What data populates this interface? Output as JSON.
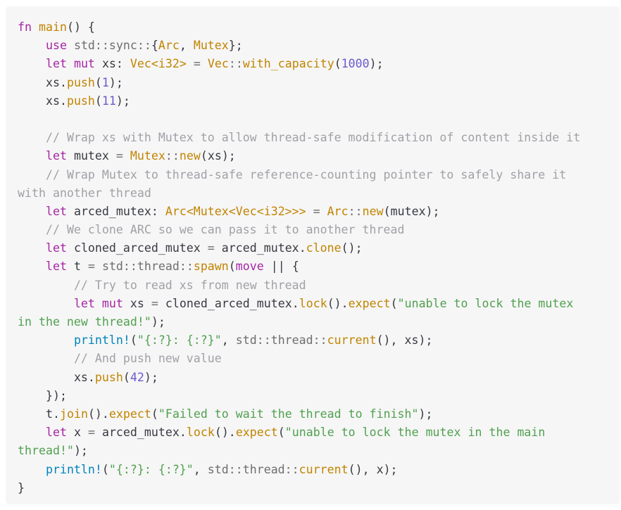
{
  "code": {
    "language": "rust",
    "lines": [
      [
        [
          "kw",
          "fn"
        ],
        [
          "pun",
          " "
        ],
        [
          "fn",
          "main"
        ],
        [
          "pun",
          "() {"
        ]
      ],
      [
        [
          "pun",
          "    "
        ],
        [
          "kw",
          "use"
        ],
        [
          "pun",
          " "
        ],
        [
          "path",
          "std::sync::"
        ],
        [
          "pun",
          "{"
        ],
        [
          "type",
          "Arc"
        ],
        [
          "pun",
          ", "
        ],
        [
          "type",
          "Mutex"
        ],
        [
          "pun",
          "};"
        ]
      ],
      [
        [
          "pun",
          "    "
        ],
        [
          "kw",
          "let"
        ],
        [
          "pun",
          " "
        ],
        [
          "kw",
          "mut"
        ],
        [
          "pun",
          " "
        ],
        [
          "id",
          "xs"
        ],
        [
          "pun",
          ": "
        ],
        [
          "type",
          "Vec<i32>"
        ],
        [
          "pun",
          " "
        ],
        [
          "op",
          "="
        ],
        [
          "pun",
          " "
        ],
        [
          "type",
          "Vec"
        ],
        [
          "path",
          "::"
        ],
        [
          "fn",
          "with_capacity"
        ],
        [
          "pun",
          "("
        ],
        [
          "num",
          "1000"
        ],
        [
          "pun",
          ");"
        ]
      ],
      [
        [
          "pun",
          "    "
        ],
        [
          "id",
          "xs"
        ],
        [
          "pun",
          "."
        ],
        [
          "fn",
          "push"
        ],
        [
          "pun",
          "("
        ],
        [
          "num",
          "1"
        ],
        [
          "pun",
          ");"
        ]
      ],
      [
        [
          "pun",
          "    "
        ],
        [
          "id",
          "xs"
        ],
        [
          "pun",
          "."
        ],
        [
          "fn",
          "push"
        ],
        [
          "pun",
          "("
        ],
        [
          "num",
          "11"
        ],
        [
          "pun",
          ");"
        ]
      ],
      [],
      [
        [
          "pun",
          "    "
        ],
        [
          "cmt",
          "// Wrap xs with Mutex to allow thread-safe modification of content inside it"
        ]
      ],
      [
        [
          "pun",
          "    "
        ],
        [
          "kw",
          "let"
        ],
        [
          "pun",
          " "
        ],
        [
          "id",
          "mutex"
        ],
        [
          "pun",
          " "
        ],
        [
          "op",
          "="
        ],
        [
          "pun",
          " "
        ],
        [
          "type",
          "Mutex"
        ],
        [
          "path",
          "::"
        ],
        [
          "fn",
          "new"
        ],
        [
          "pun",
          "("
        ],
        [
          "id",
          "xs"
        ],
        [
          "pun",
          ");"
        ]
      ],
      [
        [
          "pun",
          "    "
        ],
        [
          "cmt",
          "// Wrap Mutex to thread-safe reference-counting pointer to safely share it"
        ]
      ],
      [
        [
          "cmt",
          "with another thread"
        ]
      ],
      [
        [
          "pun",
          "    "
        ],
        [
          "kw",
          "let"
        ],
        [
          "pun",
          " "
        ],
        [
          "id",
          "arced_mutex"
        ],
        [
          "pun",
          ": "
        ],
        [
          "type",
          "Arc<Mutex<Vec<i32>>>"
        ],
        [
          "pun",
          " "
        ],
        [
          "op",
          "="
        ],
        [
          "pun",
          " "
        ],
        [
          "type",
          "Arc"
        ],
        [
          "path",
          "::"
        ],
        [
          "fn",
          "new"
        ],
        [
          "pun",
          "("
        ],
        [
          "id",
          "mutex"
        ],
        [
          "pun",
          ");"
        ]
      ],
      [
        [
          "pun",
          "    "
        ],
        [
          "cmt",
          "// We clone ARC so we can pass it to another thread"
        ]
      ],
      [
        [
          "pun",
          "    "
        ],
        [
          "kw",
          "let"
        ],
        [
          "pun",
          " "
        ],
        [
          "id",
          "cloned_arced_mutex"
        ],
        [
          "pun",
          " "
        ],
        [
          "op",
          "="
        ],
        [
          "pun",
          " "
        ],
        [
          "id",
          "arced_mutex"
        ],
        [
          "pun",
          "."
        ],
        [
          "fn",
          "clone"
        ],
        [
          "pun",
          "();"
        ]
      ],
      [
        [
          "pun",
          "    "
        ],
        [
          "kw",
          "let"
        ],
        [
          "pun",
          " "
        ],
        [
          "id",
          "t"
        ],
        [
          "pun",
          " "
        ],
        [
          "op",
          "="
        ],
        [
          "pun",
          " "
        ],
        [
          "path",
          "std::thread::"
        ],
        [
          "fn",
          "spawn"
        ],
        [
          "pun",
          "("
        ],
        [
          "kw",
          "move"
        ],
        [
          "pun",
          " || {"
        ]
      ],
      [
        [
          "pun",
          "        "
        ],
        [
          "cmt",
          "// Try to read xs from new thread"
        ]
      ],
      [
        [
          "pun",
          "        "
        ],
        [
          "kw",
          "let"
        ],
        [
          "pun",
          " "
        ],
        [
          "kw",
          "mut"
        ],
        [
          "pun",
          " "
        ],
        [
          "id",
          "xs"
        ],
        [
          "pun",
          " "
        ],
        [
          "op",
          "="
        ],
        [
          "pun",
          " "
        ],
        [
          "id",
          "cloned_arced_mutex"
        ],
        [
          "pun",
          "."
        ],
        [
          "fn",
          "lock"
        ],
        [
          "pun",
          "()."
        ],
        [
          "fn",
          "expect"
        ],
        [
          "pun",
          "("
        ],
        [
          "str",
          "\"unable to lock the mutex"
        ]
      ],
      [
        [
          "str",
          "in the new thread!\""
        ],
        [
          "pun",
          ");"
        ]
      ],
      [
        [
          "pun",
          "        "
        ],
        [
          "mac",
          "println!"
        ],
        [
          "pun",
          "("
        ],
        [
          "str",
          "\"{:?}: {:?}\""
        ],
        [
          "pun",
          ", "
        ],
        [
          "path",
          "std::thread::"
        ],
        [
          "fn",
          "current"
        ],
        [
          "pun",
          "(), "
        ],
        [
          "id",
          "xs"
        ],
        [
          "pun",
          ");"
        ]
      ],
      [
        [
          "pun",
          "        "
        ],
        [
          "cmt",
          "// And push new value"
        ]
      ],
      [
        [
          "pun",
          "        "
        ],
        [
          "id",
          "xs"
        ],
        [
          "pun",
          "."
        ],
        [
          "fn",
          "push"
        ],
        [
          "pun",
          "("
        ],
        [
          "num",
          "42"
        ],
        [
          "pun",
          ");"
        ]
      ],
      [
        [
          "pun",
          "    });"
        ]
      ],
      [
        [
          "pun",
          "    "
        ],
        [
          "id",
          "t"
        ],
        [
          "pun",
          "."
        ],
        [
          "fn",
          "join"
        ],
        [
          "pun",
          "()."
        ],
        [
          "fn",
          "expect"
        ],
        [
          "pun",
          "("
        ],
        [
          "str",
          "\"Failed to wait the thread to finish\""
        ],
        [
          "pun",
          ");"
        ]
      ],
      [
        [
          "pun",
          "    "
        ],
        [
          "kw",
          "let"
        ],
        [
          "pun",
          " "
        ],
        [
          "id",
          "x"
        ],
        [
          "pun",
          " "
        ],
        [
          "op",
          "="
        ],
        [
          "pun",
          " "
        ],
        [
          "id",
          "arced_mutex"
        ],
        [
          "pun",
          "."
        ],
        [
          "fn",
          "lock"
        ],
        [
          "pun",
          "()."
        ],
        [
          "fn",
          "expect"
        ],
        [
          "pun",
          "("
        ],
        [
          "str",
          "\"unable to lock the mutex in the main"
        ]
      ],
      [
        [
          "str",
          "thread!\""
        ],
        [
          "pun",
          ");"
        ]
      ],
      [
        [
          "pun",
          "    "
        ],
        [
          "mac",
          "println!"
        ],
        [
          "pun",
          "("
        ],
        [
          "str",
          "\"{:?}: {:?}\""
        ],
        [
          "pun",
          ", "
        ],
        [
          "path",
          "std::thread::"
        ],
        [
          "fn",
          "current"
        ],
        [
          "pun",
          "(), "
        ],
        [
          "id",
          "x"
        ],
        [
          "pun",
          ");"
        ]
      ],
      [
        [
          "pun",
          "}"
        ]
      ]
    ]
  },
  "colors": {
    "background": "#f6f6f6",
    "keyword": "#a626a4",
    "type": "#c18401",
    "function": "#c18401",
    "number": "#6a5acd",
    "string": "#50a14f",
    "comment": "#a0a1a7",
    "macro": "#0184bc",
    "text": "#383a42"
  }
}
